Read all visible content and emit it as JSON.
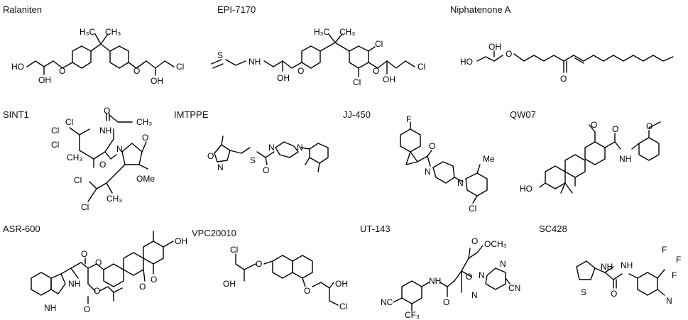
{
  "compounds": [
    {
      "name": "Ralaniten",
      "labels": {
        "ho": "HO",
        "oh": "OH",
        "o1": "O",
        "o2": "O",
        "oh2": "OH",
        "cl": "Cl",
        "h3c": "H₃C",
        "ch3": "CH₃"
      }
    },
    {
      "name": "EPI-7170",
      "labels": {
        "s": "S",
        "nh": "NH",
        "oh": "OH",
        "o1": "O",
        "cl1": "Cl",
        "cl2": "Cl",
        "o2": "O",
        "oh2": "OH",
        "cl3": "Cl",
        "h3c": "H₃C",
        "ch3": "CH₃"
      }
    },
    {
      "name": "Niphatenone A",
      "labels": {
        "ho": "HO",
        "oh": "OH",
        "o1": "O",
        "o2": "O"
      }
    },
    {
      "name": "SINT1",
      "labels": {
        "cl1": "Cl",
        "cl2": "Cl",
        "cl3": "Cl",
        "ch3a": "CH₃",
        "o1": "O",
        "nh": "NH",
        "ch3b": "CH₃",
        "n": "N",
        "o2": "O",
        "o3": "O",
        "ome": "OMe",
        "cl4": "Cl",
        "cl5": "Cl",
        "ch3c": "CH₃"
      }
    },
    {
      "name": "IMTPPE",
      "labels": {
        "o": "O",
        "n1": "N",
        "s": "S",
        "o2": "O",
        "n2": "N",
        "n3": "N"
      }
    },
    {
      "name": "JJ-450",
      "labels": {
        "f": "F",
        "o": "O",
        "n1": "N",
        "n2": "N",
        "me": "Me",
        "cl": "Cl"
      }
    },
    {
      "name": "QW07",
      "labels": {
        "o1": "O",
        "o2": "O",
        "nh": "NH",
        "o3": "O",
        "ho": "HO"
      }
    },
    {
      "name": "ASR-600",
      "labels": {
        "nh1": "NH",
        "nh2": "NH",
        "o1": "O",
        "o2": "O",
        "o3": "O",
        "o4": "O",
        "o5": "O",
        "o6": "O",
        "oh": "OH"
      }
    },
    {
      "name": "VPC20010",
      "labels": {
        "cl1": "Cl",
        "o1": "O",
        "oh1": "OH",
        "o2": "O",
        "oh2": "OH",
        "cl2": "Cl"
      }
    },
    {
      "name": "UT-143",
      "labels": {
        "o1": "O",
        "och3": "OCH₃",
        "nh": "NH",
        "nc": "NC",
        "cf3": "CF₃",
        "o2": "O",
        "o3": "O",
        "n1": "N",
        "n2": "N",
        "n3": "N",
        "cn": "CN"
      }
    },
    {
      "name": "SC428",
      "labels": {
        "s": "S",
        "nh1": "NH",
        "nh2": "NH",
        "o": "O",
        "f1": "F",
        "f2": "F",
        "f3": "F",
        "n": "N"
      }
    }
  ]
}
